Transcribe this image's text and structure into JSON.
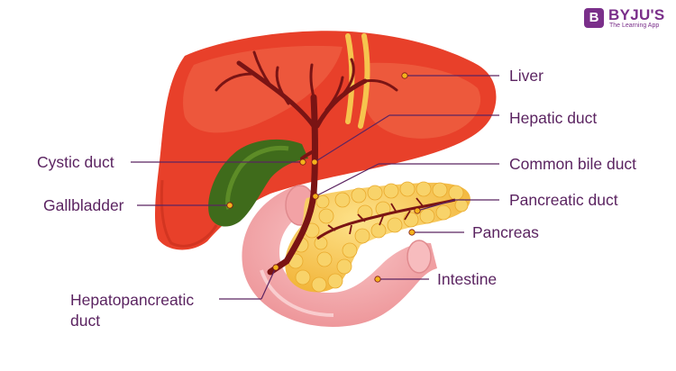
{
  "brand": {
    "mark": "B",
    "name": "BYJU'S",
    "tagline": "The Learning App"
  },
  "labels": {
    "liver": "Liver",
    "hepatic_duct": "Hepatic duct",
    "cystic_duct": "Cystic duct",
    "common_bile_duct": "Common bile duct",
    "gallbladder": "Gallbladder",
    "pancreatic_duct": "Pancreatic duct",
    "pancreas": "Pancreas",
    "intestine": "Intestine",
    "hepatopancreatic_duct_line1": "Hepatopancreatic",
    "hepatopancreatic_duct_line2": "duct"
  },
  "colors": {
    "liver": "#e8402a",
    "liver_highlight": "#f06a4a",
    "gallbladder": "#3f6b1b",
    "bile_duct": "#7a1414",
    "pancreas": "#f6c44e",
    "intestine": "#f4a6a8",
    "label_text": "#5b2461",
    "leader_line": "#5b2461",
    "marker": "#f3b21c",
    "brand": "#7a2f8a"
  }
}
